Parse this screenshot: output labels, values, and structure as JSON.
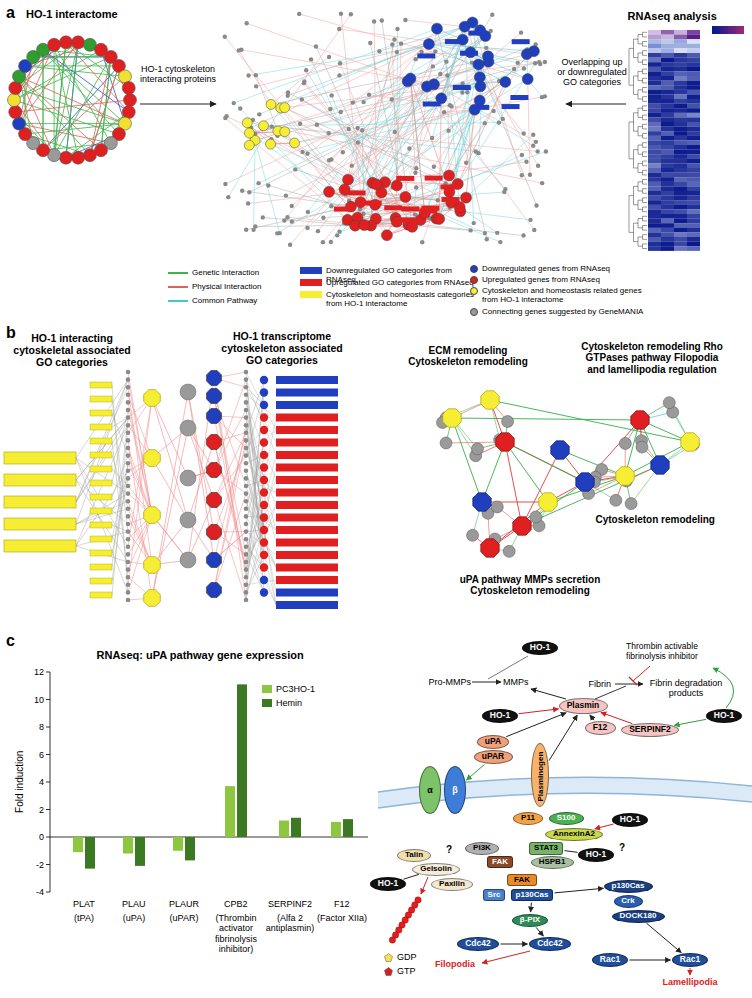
{
  "diagram": {
    "nodes": [
      {
        "text": [
          "HO-1"
        ]
      },
      {
        "text": [
          "Plasmin"
        ]
      },
      {
        "text": [
          "HO-1"
        ]
      },
      {
        "text": [
          "F12"
        ]
      },
      {
        "text": [
          "SERPINF2"
        ]
      },
      {
        "text": [
          "HO-1"
        ]
      },
      {
        "text": [
          "uPA"
        ]
      },
      {
        "text": [
          "uPAR"
        ]
      },
      {
        "text": [
          "Plasminogen"
        ]
      },
      {
        "text": [
          "P11"
        ]
      },
      {
        "text": [
          "S100"
        ]
      },
      {
        "text": [
          "AnnexinA2"
        ]
      },
      {
        "text": [
          "HO-1"
        ]
      },
      {
        "text": [
          "Talin"
        ]
      },
      {
        "text": [
          "Gelsolin"
        ]
      },
      {
        "text": [
          "PI3K"
        ]
      },
      {
        "text": [
          "FAK"
        ]
      },
      {
        "text": [
          "Paxilin"
        ]
      },
      {
        "text": [
          "HO-1"
        ]
      },
      {
        "text": [
          "STAT3"
        ]
      },
      {
        "text": [
          "HSPB1"
        ]
      },
      {
        "text": [
          "HO-1"
        ]
      },
      {
        "text": [
          "FAK"
        ]
      },
      {
        "text": [
          "Src"
        ]
      },
      {
        "text": [
          "p130Cas"
        ]
      },
      {
        "text": [
          "p130Cas"
        ]
      },
      {
        "text": [
          "Crk"
        ]
      },
      {
        "text": [
          "DOCK180"
        ]
      },
      {
        "text": [
          "β-PIX"
        ]
      },
      {
        "text": [
          "Cdc42"
        ]
      },
      {
        "text": [
          "Cdc42"
        ]
      },
      {
        "text": [
          "Rac1"
        ]
      },
      {
        "text": [
          "Rac1"
        ]
      },
      {
        "text": [
          "α"
        ]
      },
      {
        "text": [
          "β"
        ]
      }
    ],
    "edges": [
      {
        "from": 2,
        "to": 1,
        "arrow": "to"
      },
      {
        "from": 6,
        "to": 1,
        "arrow": "to"
      },
      {
        "from": 8,
        "to": 1,
        "arrow": "to"
      },
      {
        "from": 4,
        "to": 1,
        "arrow": "to"
      },
      {
        "from": 3,
        "to": 1,
        "arrow": "to"
      },
      {
        "from": 5,
        "to": 4,
        "arrow": "to"
      },
      {
        "from": 12,
        "to": 11,
        "arrow": "to"
      },
      {
        "from": 7,
        "to": 34,
        "arrow": "to"
      },
      {
        "from": 18,
        "to": 14,
        "arrow": "none"
      },
      {
        "from": 21,
        "to": 19,
        "arrow": "none"
      },
      {
        "from": 24,
        "to": 25,
        "arrow": "to"
      },
      {
        "from": 24,
        "to": 28,
        "arrow": "to"
      },
      {
        "from": 28,
        "to": 30,
        "arrow": "to"
      },
      {
        "from": 29,
        "to": 30,
        "arrow": "to"
      },
      {
        "from": 31,
        "to": 32,
        "arrow": "to"
      },
      {
        "from": 27,
        "to": 32,
        "arrow": "to"
      }
    ],
    "labels": [
      "a",
      "HO-1 interactome",
      "HO-1 cytoskeleton interacting proteins",
      "RNAseq analysis",
      "Overlapping up or downregulated GO categories",
      "b",
      "HO-1 interacting cytoskeletal associated GO categories",
      "HO-1 transcriptome cytoskeleton associated GO categories",
      "ECM remodeling Cytoskeleton remodeling",
      "Cytoskeleton remodeling Rho GTPases pathway Filopodia and lamellipodia regulation",
      "Cytoskeleton remodeling",
      "uPA pathway MMPs secretion Cytoskeleton remodeling",
      "c",
      "RNAseq: uPA pathway gene expression",
      "Fold induction",
      "-4",
      "-2",
      "0",
      "2",
      "4",
      "6",
      "8",
      "10",
      "12",
      "PLAT",
      "(tPA)",
      "PLAU",
      "(uPA)",
      "PLAUR",
      "(uPAR)",
      "CPB2",
      "(Thrombin activator fibrinolysis inhibitor)",
      "SERPINF2",
      "(Alfa 2 antiplasmin)",
      "F12",
      "(Factor XIIa)",
      "Pro-MMPs",
      "MMPs",
      "Thrombin activable fibrinolysis inhibitor",
      "Fibrin",
      "Fibrin degradation products",
      "Filopodia",
      "Lamellipodia",
      "?",
      "?"
    ],
    "legend": [
      {
        "text": "Genetic Interaction"
      },
      {
        "text": "Physical Interaction"
      },
      {
        "text": "Common Pathway"
      },
      {
        "text": "Downregulated GO categories from RNAseq",
        "color": "#1f3fbf"
      },
      {
        "text": "Upregulated GO categories from RNAseq",
        "color": "#e02020"
      },
      {
        "text": "Cytoskeleton and homeostasis categories from HO-1 interactome",
        "color": "#f5ee35"
      },
      {
        "text": "Downregulated genes from RNAseq",
        "color": "#1f3fbf"
      },
      {
        "text": "Upregulated genes from RNAseq",
        "color": "#e02020"
      },
      {
        "text": "Cytoskeleton and homeostasis related genes from HO-1 interactome",
        "color": "#f5ee35"
      },
      {
        "text": "Connecting genes suggested by GeneMANIA",
        "color": "#9a9a9a"
      },
      {
        "text": "PC3HO-1",
        "color": "#8dc63f"
      },
      {
        "text": "Hemin",
        "color": "#3b7a23"
      },
      {
        "text": "GDP"
      },
      {
        "text": "GTP"
      }
    ]
  }
}
